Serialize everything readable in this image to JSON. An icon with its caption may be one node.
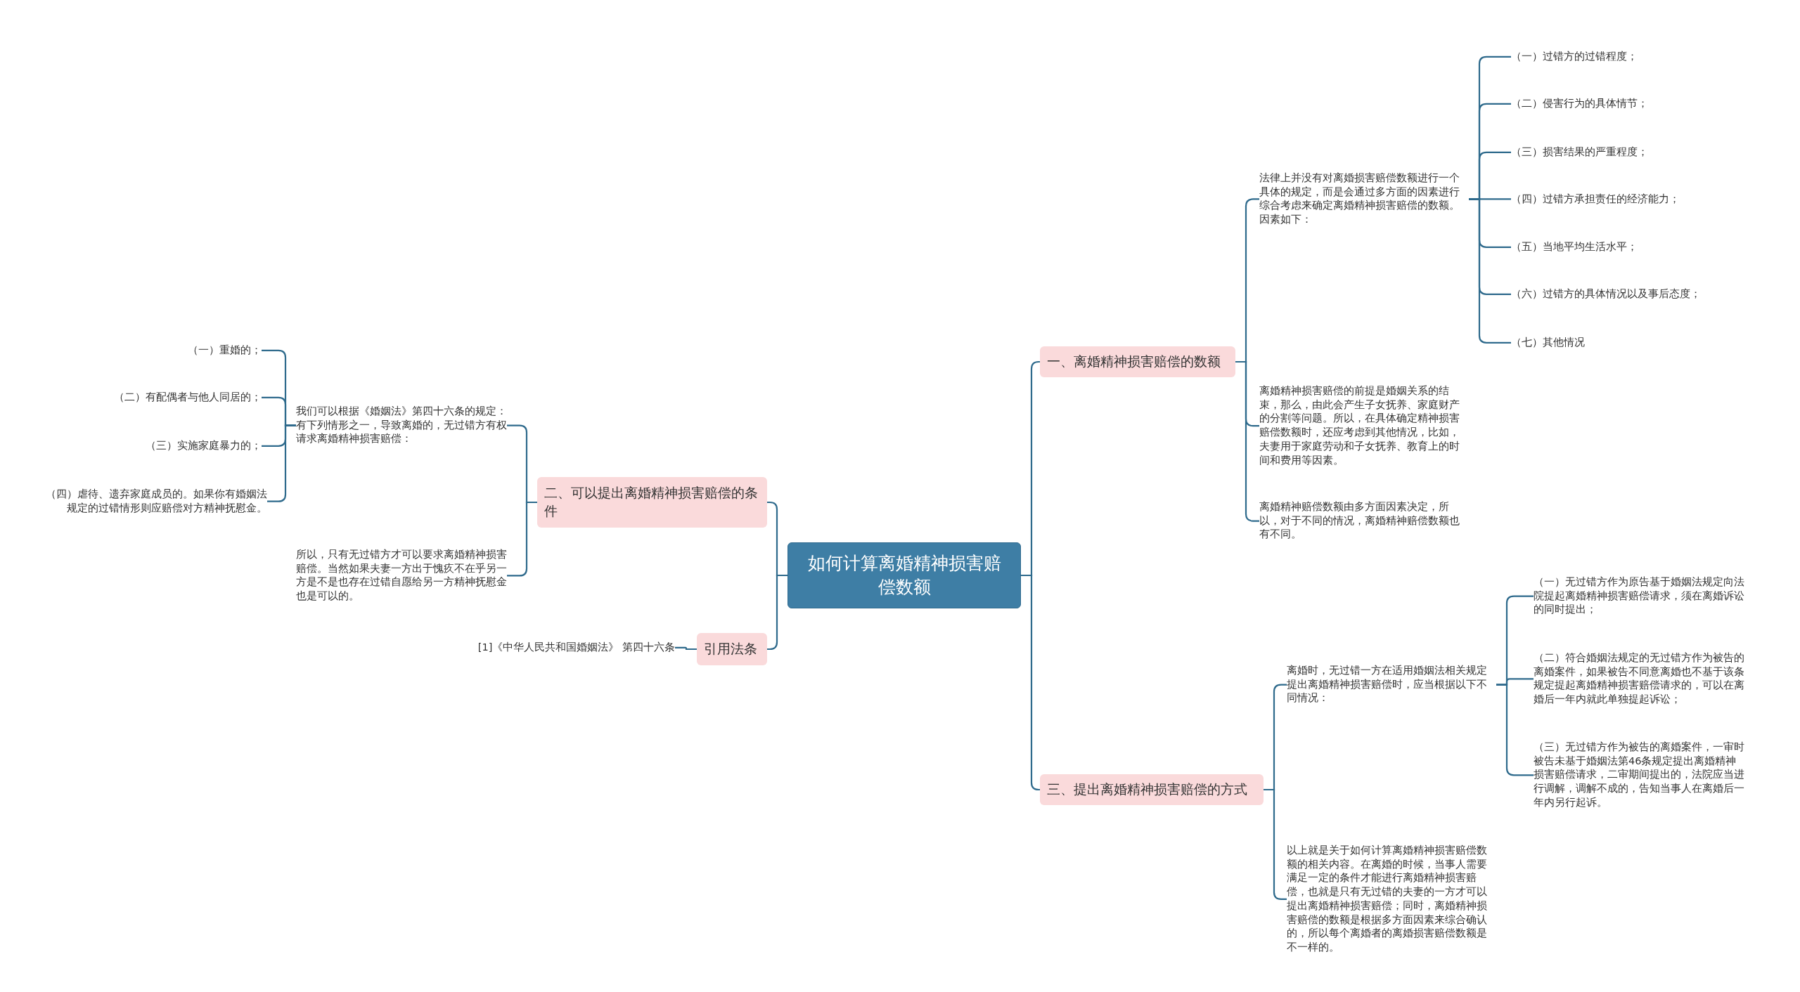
{
  "diagram": {
    "nodes": [
      {
        "text": [
          "如何计算离婚精神损害赔偿数额"
        ]
      },
      {
        "text": [
          "一、离婚精神损害赔偿的数额"
        ]
      },
      {
        "text": [
          "法律上并没有对离婚损害赔偿数额进行一个具体的规定，而是会通过多方面的因素进行综合考虑来确定离婚精神损害赔偿的数额。因素如下："
        ]
      },
      {
        "text": [
          "（一）过错方的过错程度；"
        ]
      },
      {
        "text": [
          "（二）侵害行为的具体情节；"
        ]
      },
      {
        "text": [
          "（三）损害结果的严重程度；"
        ]
      },
      {
        "text": [
          "（四）过错方承担责任的经济能力；"
        ]
      },
      {
        "text": [
          "（五）当地平均生活水平；"
        ]
      },
      {
        "text": [
          "（六）过错方的具体情况以及事后态度；"
        ]
      },
      {
        "text": [
          "（七）其他情况"
        ]
      },
      {
        "text": [
          "离婚精神损害赔偿的前提是婚姻关系的结束，那么，由此会产生子女抚养、家庭财产的分割等问题。所以，在具体确定精神损害赔偿数额时，还应考虑到其他情况，比如，夫妻用于家庭劳动和子女抚养、教育上的时间和费用等因素。"
        ]
      },
      {
        "text": [
          "离婚精神赔偿数额由多方面因素决定，所以，对于不同的情况，离婚精神赔偿数额也有不同。"
        ]
      },
      {
        "text": [
          "二、可以提出离婚精神损害赔偿的条件"
        ]
      },
      {
        "text": [
          "我们可以根据《婚姻法》第四十六条的规定：有下列情形之一，导致离婚的，无过错方有权请求离婚精神损害赔偿："
        ]
      },
      {
        "text": [
          "（一）重婚的；"
        ]
      },
      {
        "text": [
          "（二）有配偶者与他人同居的；"
        ]
      },
      {
        "text": [
          "（三）实施家庭暴力的；"
        ]
      },
      {
        "text": [
          "（四）虐待、遗弃家庭成员的。如果你有婚姻法规定的过错情形则应赔偿对方精神抚慰金。"
        ]
      },
      {
        "text": [
          "所以，只有无过错方才可以要求离婚精神损害赔偿。当然如果夫妻一方出于愧疚不在乎另一方是不是也存在过错自愿给另一方精神抚慰金也是可以的。"
        ]
      },
      {
        "text": [
          "引用法条"
        ]
      },
      {
        "text": [
          "[1]《中华人民共和国婚姻法》 第四十六条"
        ]
      },
      {
        "text": [
          "三、提出离婚精神损害赔偿的方式"
        ]
      },
      {
        "text": [
          "离婚时，无过错一方在适用婚姻法相关规定提出离婚精神损害赔偿时，应当根据以下不同情况："
        ]
      },
      {
        "text": [
          "（一）无过错方作为原告基于婚姻法规定向法院提起离婚精神损害赔偿请求，须在离婚诉讼的同时提出；"
        ]
      },
      {
        "text": [
          "（二）符合婚姻法规定的无过错方作为被告的离婚案件，如果被告不同意离婚也不基于该条规定提起离婚精神损害赔偿请求的，可以在离婚后一年内就此单独提起诉讼；"
        ]
      },
      {
        "text": [
          "（三）无过错方作为被告的离婚案件，一审时被告未基于婚姻法第46条规定提出离婚精神损害赔偿请求，二审期间提出的，法院应当进行调解，调解不成的，告知当事人在离婚后一年内另行起诉。"
        ]
      },
      {
        "text": [
          "以上就是关于如何计算离婚精神损害赔偿数额的相关内容。在离婚的时候，当事人需要满足一定的条件才能进行离婚精神损害赔偿，也就是只有无过错的夫妻的一方才可以提出离婚精神损害赔偿；同时，离婚精神损害赔偿的数额是根据多方面因素来综合确认的，所以每个离婚者的离婚损害赔偿数额是不一样的。"
        ]
      }
    ],
    "edges": [
      {
        "from": 0,
        "to": 1,
        "arrow": "none"
      },
      {
        "from": 1,
        "to": 2,
        "arrow": "none"
      },
      {
        "from": 2,
        "to": 3,
        "arrow": "none"
      },
      {
        "from": 2,
        "to": 4,
        "arrow": "none"
      },
      {
        "from": 2,
        "to": 5,
        "arrow": "none"
      },
      {
        "from": 2,
        "to": 6,
        "arrow": "none"
      },
      {
        "from": 2,
        "to": 7,
        "arrow": "none"
      },
      {
        "from": 2,
        "to": 8,
        "arrow": "none"
      },
      {
        "from": 2,
        "to": 9,
        "arrow": "none"
      },
      {
        "from": 1,
        "to": 10,
        "arrow": "none"
      },
      {
        "from": 1,
        "to": 11,
        "arrow": "none"
      },
      {
        "from": 0,
        "to": 12,
        "arrow": "none"
      },
      {
        "from": 12,
        "to": 13,
        "arrow": "none"
      },
      {
        "from": 13,
        "to": 14,
        "arrow": "none"
      },
      {
        "from": 13,
        "to": 15,
        "arrow": "none"
      },
      {
        "from": 13,
        "to": 16,
        "arrow": "none"
      },
      {
        "from": 13,
        "to": 17,
        "arrow": "none"
      },
      {
        "from": 12,
        "to": 18,
        "arrow": "none"
      },
      {
        "from": 0,
        "to": 19,
        "arrow": "none"
      },
      {
        "from": 19,
        "to": 20,
        "arrow": "none"
      },
      {
        "from": 0,
        "to": 21,
        "arrow": "none"
      },
      {
        "from": 21,
        "to": 22,
        "arrow": "none"
      },
      {
        "from": 22,
        "to": 23,
        "arrow": "none"
      },
      {
        "from": 22,
        "to": 24,
        "arrow": "none"
      },
      {
        "from": 22,
        "to": 25,
        "arrow": "none"
      },
      {
        "from": 21,
        "to": 26,
        "arrow": "none"
      }
    ]
  }
}
